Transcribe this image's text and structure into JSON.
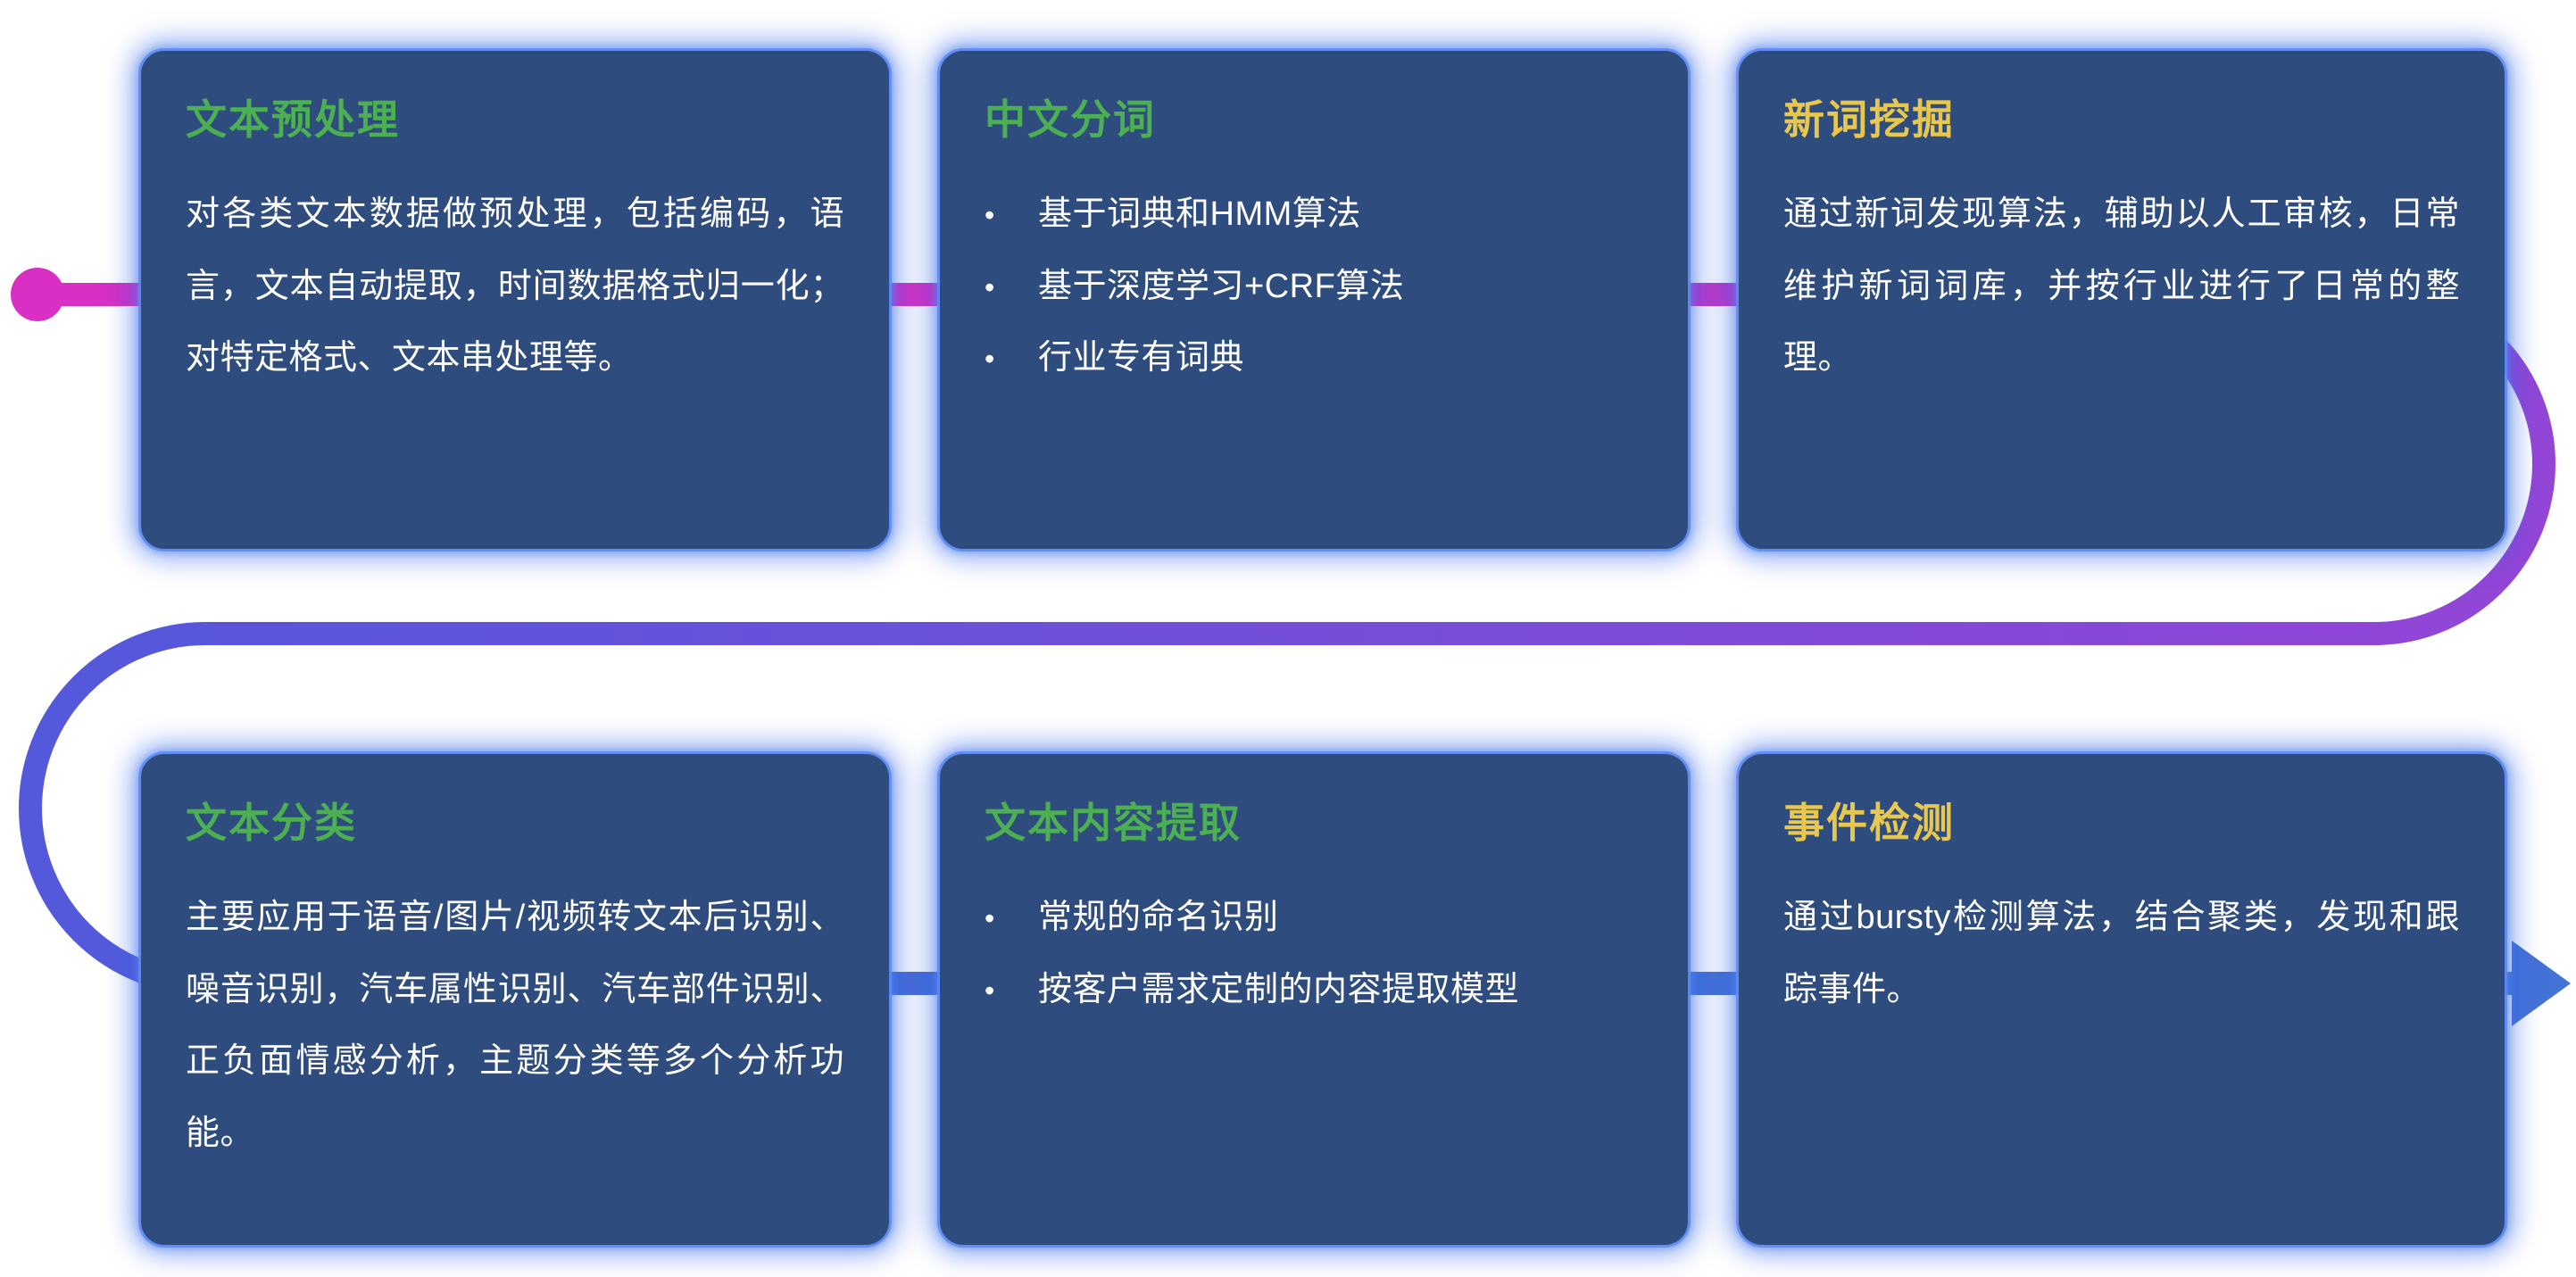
{
  "icons": {
    "bullet": "•",
    "flow_start_dot": "magenta circle",
    "flow_arrow": "right-pointing triangle"
  },
  "colors": {
    "page_background": "#ffffff",
    "card_background": "#2f4c7e",
    "card_glow": "#3a6ee8",
    "title_green": "#4cb052",
    "title_yellow": "#e8c74e",
    "body_text": "#ffffff",
    "line_magenta": "#d92fc4",
    "line_purple": "#9345d6",
    "line_violet": "#5458db",
    "line_blue": "#4472d6"
  },
  "cards": [
    {
      "title": "文本预处理",
      "accent": "green",
      "body": "对各类文本数据做预处理，包括编码，语言，文本自动提取，时间数据格式归一化；对特定格式、文本串处理等。"
    },
    {
      "title": "中文分词",
      "accent": "green",
      "bullets": [
        "基于词典和HMM算法",
        "基于深度学习+CRF算法",
        "行业专有词典"
      ]
    },
    {
      "title": "新词挖掘",
      "accent": "yellow",
      "body": "通过新词发现算法，辅助以人工审核，日常维护新词词库，并按行业进行了日常的整理。"
    },
    {
      "title": "文本分类",
      "accent": "green",
      "body": "主要应用于语音/图片/视频转文本后识别、噪音识别，汽车属性识别、汽车部件识别、正负面情感分析，主题分类等多个分析功能。"
    },
    {
      "title": "文本内容提取",
      "accent": "green",
      "bullets": [
        "常规的命名识别",
        "按客户需求定制的内容提取模型"
      ]
    },
    {
      "title": "事件检测",
      "accent": "yellow",
      "body": "通过bursty检测算法，结合聚类，发现和跟踪事件。"
    }
  ]
}
